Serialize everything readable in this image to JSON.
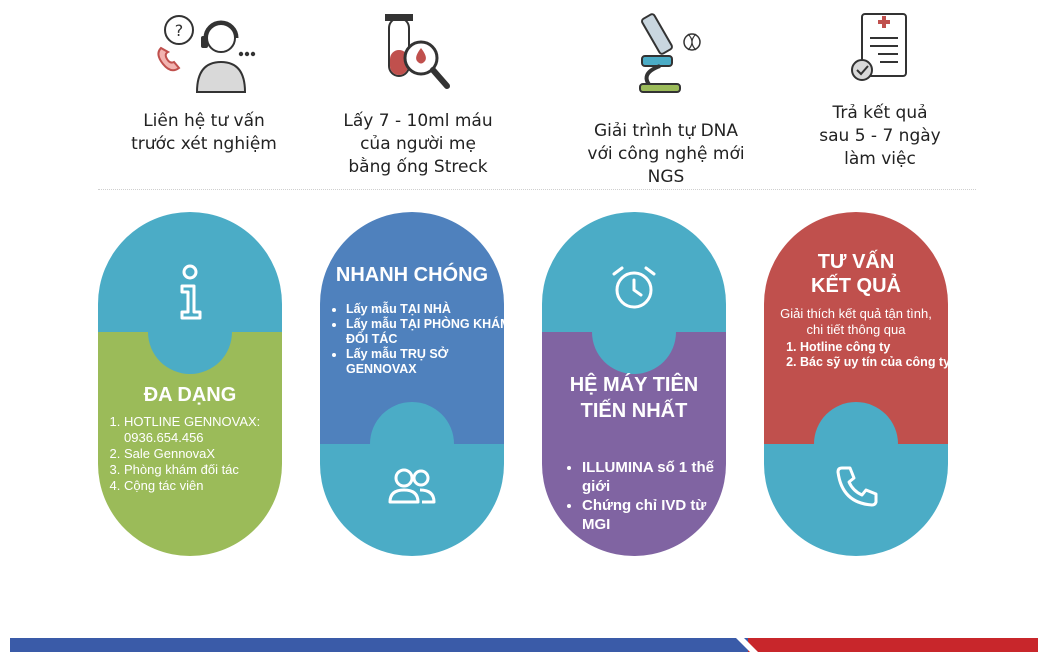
{
  "steps": [
    {
      "label": "Liên hệ tư vấn\ntrước xét nghiệm",
      "icon": "customer-support-icon"
    },
    {
      "label": "Lấy 7 - 10ml máu\ncủa người mẹ\nbằng ống Streck",
      "icon": "blood-test-tube-icon"
    },
    {
      "label": "Giải trình tự DNA\nvới công nghệ mới\nNGS",
      "icon": "microscope-dna-icon"
    },
    {
      "label": "Trả kết quả\nsau 5 - 7 ngày\nlàm việc",
      "icon": "medical-report-icon"
    }
  ],
  "cards": [
    {
      "title": "ĐA DẠNG",
      "top_icon": "info-icon",
      "bottom_icon": "",
      "color_top": "#4bacc6",
      "color_bottom": "#9bbb59",
      "items": [
        "HOTLINE GENNOVAX: 0936.654.456",
        "Sale GennovaX",
        "Phòng khám đối tác",
        "Cộng tác viên"
      ]
    },
    {
      "title": "NHANH CHÓNG",
      "top_icon": "",
      "bottom_icon": "users-icon",
      "color_top": "#4f81bd",
      "color_bottom": "#4bacc6",
      "items": [
        "Lấy mẫu TẠI NHÀ",
        "Lấy mẫu TẠI PHÒNG KHÁM ĐỐI TÁC",
        "Lấy mẫu TRỤ SỞ GENNOVAX"
      ]
    },
    {
      "title": "HỆ MÁY TIÊN\nTIẾN NHẤT",
      "top_icon": "alarm-clock-icon",
      "bottom_icon": "",
      "color_top": "#4bacc6",
      "color_bottom": "#8064a2",
      "items": [
        "ILLUMINA số 1 thế giới",
        "Chứng chỉ IVD từ MGI"
      ]
    },
    {
      "title": "TƯ VẤN\nKẾT QUẢ",
      "top_icon": "",
      "bottom_icon": "phone-icon",
      "color_top": "#c0504d",
      "color_bottom": "#4bacc6",
      "intro": "Giải thích kết quả tận tình, chi tiết thông qua",
      "items": [
        "Hotline công ty",
        "Bác sỹ uy tín của công ty"
      ]
    }
  ],
  "footer": {
    "color_left": "#3a5ba8",
    "color_right": "#c8262b"
  }
}
